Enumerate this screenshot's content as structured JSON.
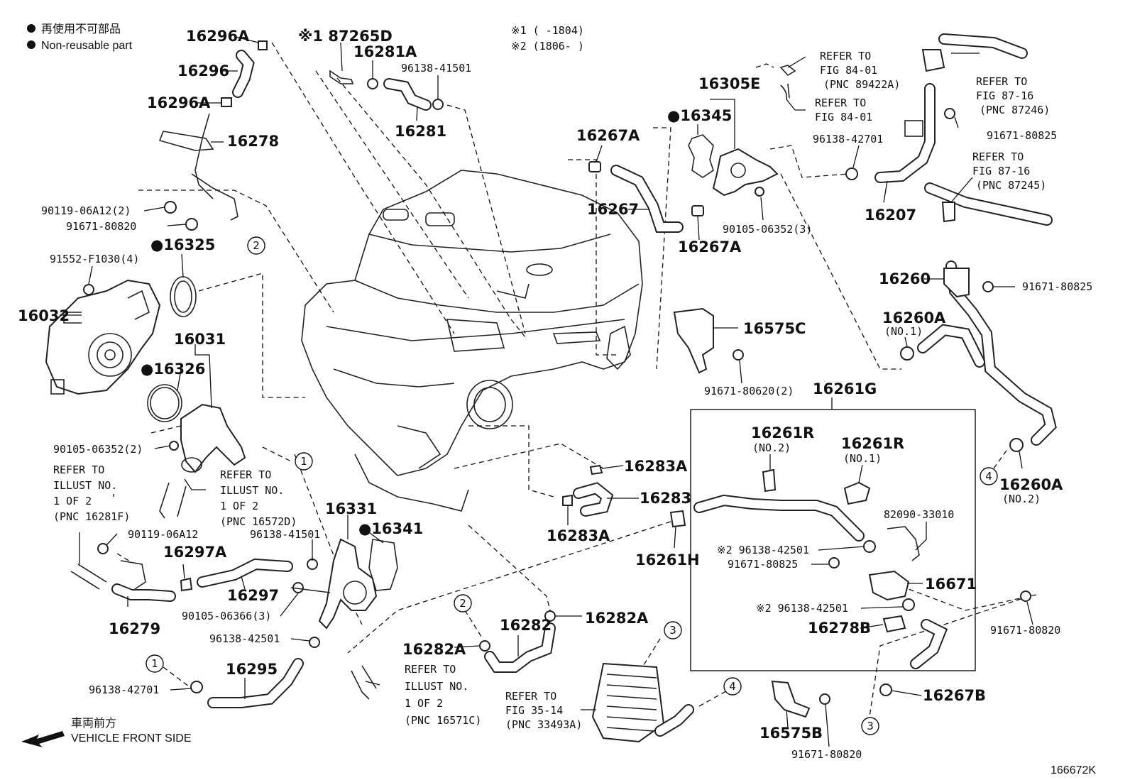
{
  "legend": {
    "line1_jp": "再使用不可部品",
    "line2_en": "Non-reusable part",
    "note1": "※1 (      -1804)",
    "note2": "※2 (1806-      )"
  },
  "front": {
    "jp": "車両前方",
    "en": "VEHICLE FRONT SIDE"
  },
  "figure_id": "166672K",
  "parts": {
    "p16296A_a": "16296A",
    "p16296": "16296",
    "p16296A_b": "16296A",
    "p16278": "16278",
    "p87265D": "※1 87265D",
    "p16281A": "16281A",
    "p96138_41501_a": "96138-41501",
    "p16281": "16281",
    "p90119_06A12_2": "90119-06A12(2)",
    "p91671_80820_a": "91671-80820",
    "p91552": "91552-F1030(4)",
    "p16325": "●16325",
    "p16032": "16032",
    "p16031": "16031",
    "p16326": "●16326",
    "p90105_06352_2": "90105-06352(2)",
    "p16267A_a": "16267A",
    "p16267": "16267",
    "p16267A_b": "16267A",
    "p16345": "●16345",
    "p16305E": "16305E",
    "p90105_06352_3": "90105-06352(3)",
    "p96138_42701_a": "96138-42701",
    "p16207": "16207",
    "p91671_80825_a": "91671-80825",
    "p16260": "16260",
    "p91671_80825_b": "91671-80825",
    "p16260A_1": "16260A",
    "p16260A_1n": "(NO.1)",
    "p16575C": "16575C",
    "p91671_80620_2": "91671-80620(2)",
    "p16261G": "16261G",
    "p16261R_2": "16261R",
    "p16261R_2n": "(NO.2)",
    "p16261R_1": "16261R",
    "p16261R_1n": "(NO.1)",
    "p82090": "82090-33010",
    "p96138_42501_x1": "※2 96138-42501",
    "p91671_80825_c": "91671-80825",
    "p16671": "16671",
    "p96138_42501_x2": "※2 96138-42501",
    "p16278B": "16278B",
    "p16260A_2": "16260A",
    "p16260A_2n": "(NO.2)",
    "p91671_80820_b": "91671-80820",
    "p16267B": "16267B",
    "p16575B": "16575B",
    "p91671_80820_c": "91671-80820",
    "p16283A_a": "16283A",
    "p16283": "16283",
    "p16283A_b": "16283A",
    "p16261H": "16261H",
    "p16331": "16331",
    "p16341": "●16341",
    "p96138_41501_b": "96138-41501",
    "p90119_06A12": "90119-06A12",
    "p16297A": "16297A",
    "p16297": "16297",
    "p90105_06366_3": "90105-06366(3)",
    "p16279": "16279",
    "p96138_42501": "96138-42501",
    "p16295": "16295",
    "p96138_42701_b": "96138-42701",
    "p16282": "16282",
    "p16282A_a": "16282A",
    "p16282A_b": "16282A"
  },
  "refs": {
    "r1": [
      "REFER TO",
      "FIG 84-01",
      "(PNC 89422A)"
    ],
    "r2": [
      "REFER TO",
      "FIG 84-01"
    ],
    "r3": [
      "REFER TO",
      "FIG 87-16",
      "(PNC 87246)"
    ],
    "r4": [
      "REFER TO",
      "FIG 87-16",
      "(PNC 87245)"
    ],
    "r5": [
      "REFER TO",
      "ILLUST NO.",
      "1 OF 2",
      "(PNC 16281F)"
    ],
    "r6": [
      "REFER TO",
      "ILLUST NO.",
      "1 OF 2",
      "(PNC 16572D)"
    ],
    "r7": [
      "REFER TO",
      "ILLUST NO.",
      "1 OF 2",
      "(PNC 16571C)"
    ],
    "r8": [
      "REFER TO",
      "FIG 35-14",
      "(PNC 33493A)"
    ]
  },
  "circles": {
    "c1": "1",
    "c2": "2",
    "c3": "3",
    "c4": "4"
  }
}
